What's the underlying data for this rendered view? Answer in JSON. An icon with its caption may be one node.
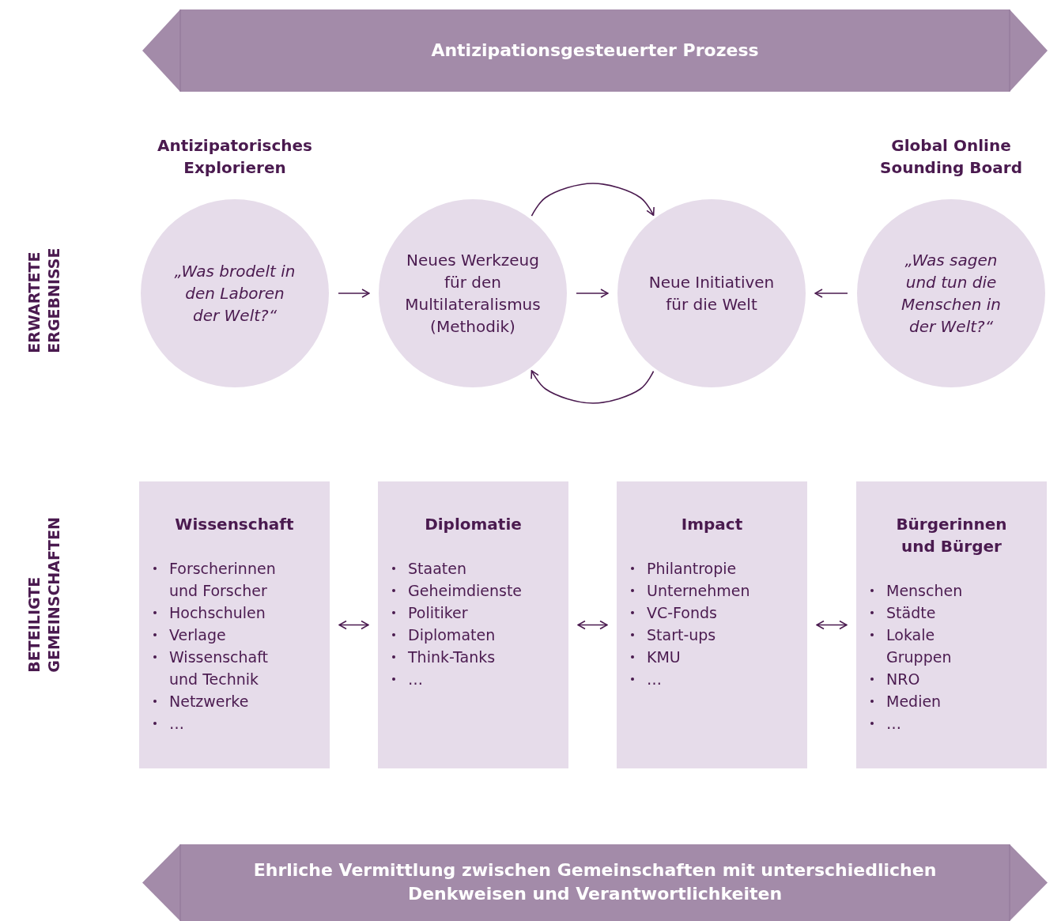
{
  "diagram": {
    "nodes": [
      {
        "text": [
          "Antizipationsgesteuerter Prozess"
        ]
      },
      {
        "text": [
          "Antizipatorisches Explorieren",
          "„Was brodelt in den Laboren der Welt?“"
        ]
      },
      {
        "text": [
          "Neues Werkzeug für den Multilateralismus (Methodik)"
        ]
      },
      {
        "text": [
          "Neue Initiativen für die Welt"
        ]
      },
      {
        "text": [
          "Global Online Sounding Board",
          "„Was sagen und tun die Menschen in der Welt?“"
        ]
      },
      {
        "text": [
          "Wissenschaft",
          "Forscherinnen und Forscher",
          "Hochschulen",
          "Verlage",
          "Wissenschaft und Technik",
          "Netzwerke",
          "…"
        ]
      },
      {
        "text": [
          "Diplomatie",
          "Staaten",
          "Geheimdienste",
          "Politiker",
          "Diplomaten",
          "Think-Tanks",
          "…"
        ]
      },
      {
        "text": [
          "Impact",
          "Philantropie",
          "Unternehmen",
          "VC-Fonds",
          "Start-ups",
          "KMU",
          "…"
        ]
      },
      {
        "text": [
          "Bürgerinnen und Bürger",
          "Menschen",
          "Städte",
          "Lokale Gruppen",
          "NRO",
          "Medien",
          "…"
        ]
      },
      {
        "text": [
          "Ehrliche Vermittlung zwischen Gemeinschaften mit unterschiedlichen Denkweisen und Verantwortlichkeiten"
        ]
      }
    ],
    "edges": [
      {
        "from": 1,
        "to": 2,
        "arrow": "to"
      },
      {
        "from": 2,
        "to": 3,
        "arrow": "to"
      },
      {
        "from": 4,
        "to": 3,
        "arrow": "to"
      },
      {
        "from": 2,
        "to": 3,
        "arrow": "to"
      },
      {
        "from": 3,
        "to": 2,
        "arrow": "to"
      },
      {
        "from": 5,
        "to": 6,
        "arrow": "both"
      },
      {
        "from": 6,
        "to": 7,
        "arrow": "both"
      },
      {
        "from": 7,
        "to": 8,
        "arrow": "both"
      }
    ],
    "labels": [
      "ERWARTETE ERGEBNISSE",
      "BETEILIGTE GEMEINSCHAFTEN"
    ]
  }
}
